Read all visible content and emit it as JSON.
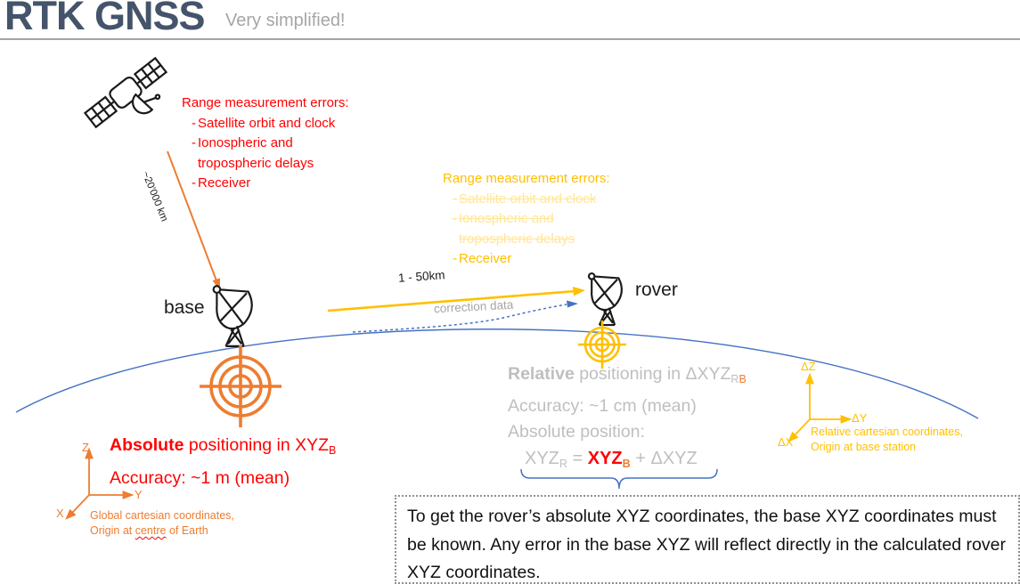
{
  "header": {
    "title": "RTK GNSS",
    "subtitle": "Very simplified!"
  },
  "red_errors": {
    "title": "Range measurement errors:",
    "dash": "-",
    "items": [
      "Satellite orbit and clock",
      "Ionospheric and tropospheric delays",
      "Receiver"
    ]
  },
  "yellow_errors": {
    "title": "Range measurement errors:",
    "dash": "-",
    "items": [
      "Satellite orbit and clock",
      "Ionospheric and tropospheric delays",
      "Receiver"
    ]
  },
  "stations": {
    "base": "base",
    "rover": "rover"
  },
  "links": {
    "satellite_distance": "~20'000 km",
    "baseline_distance": "1 - 50km",
    "correction": "correction data"
  },
  "absolute_block": {
    "bold": "Absolute",
    "rest": " positioning in XYZ",
    "sub": "B",
    "accuracy": "Accuracy: ~1 m (mean)"
  },
  "relative_block": {
    "bold": "Relative",
    "rest": " positioning in ",
    "delta": "ΔXYZ",
    "sub_r": "R",
    "sub_b": "B",
    "accuracy": "Accuracy: ~1 cm (mean)",
    "abs_label": "Absolute position:"
  },
  "equation": {
    "lhs": "XYZ",
    "lhs_sub": "R",
    "equals": " = ",
    "base": "XYZ",
    "base_sub": "B",
    "plus": " + ",
    "delta": "ΔXYZ"
  },
  "global_axes": {
    "z": "Z",
    "y": "Y",
    "x": "X",
    "caption1": "Global cartesian coordinates,",
    "caption2_pre": "Origin at ",
    "caption2_word": "centre",
    "caption2_post": " of Earth"
  },
  "relative_axes": {
    "z": "ΔZ",
    "y": "ΔY",
    "x": "ΔX",
    "caption1": "Relative cartesian coordinates,",
    "caption2": "Origin at base station"
  },
  "note": {
    "text": "To get the rover’s absolute XYZ coordinates, the base XYZ coordinates must be known. Any error in the base XYZ will reflect directly in the calculated rover XYZ coordinates."
  },
  "colors": {
    "title": "#44546A",
    "subtitle_gray": "#A6A6A6",
    "error_red": "#FF0000",
    "accent_orange": "#ED7D31",
    "accent_yellow": "#FFC000",
    "faded_yellow": "#FFE699",
    "relative_gray": "#BFBFBF",
    "earth_blue": "#4472C4",
    "text_black": "#1a1a1a"
  }
}
